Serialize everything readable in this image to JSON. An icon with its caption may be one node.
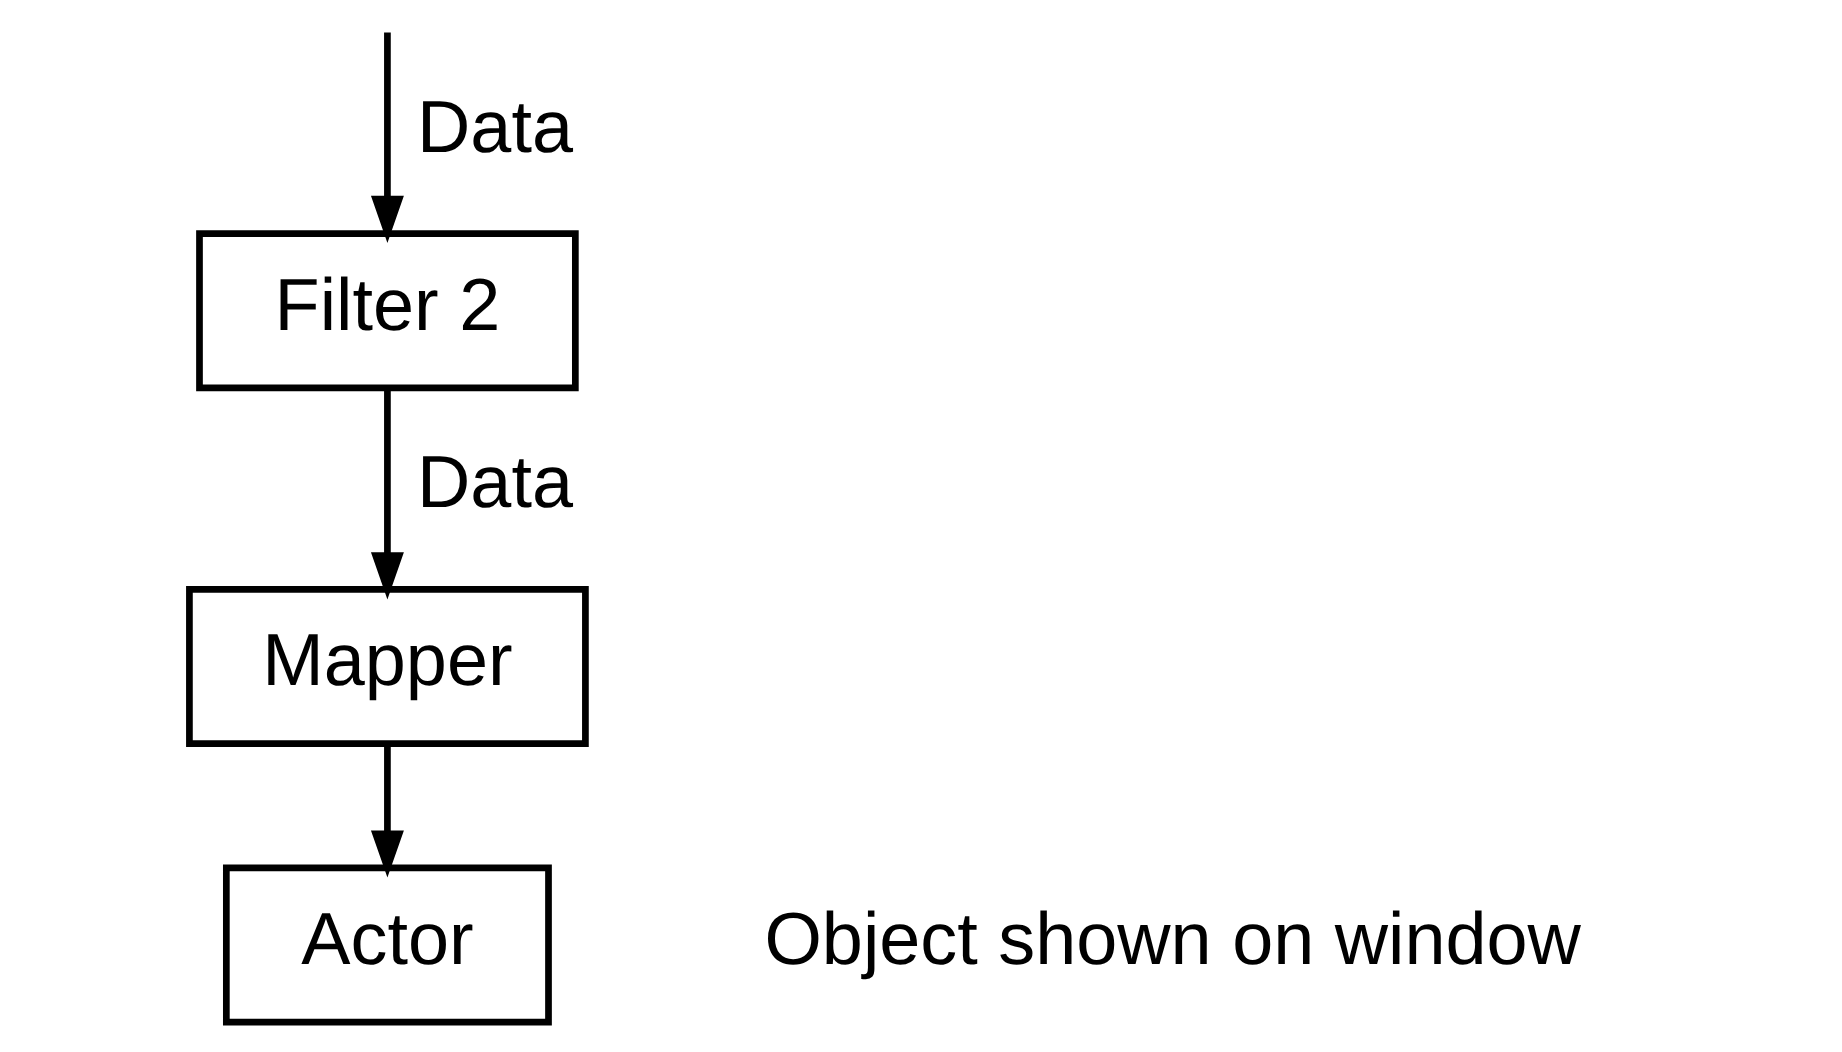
{
  "diagram": {
    "nodes": [
      {
        "text": [
          "Filter 2"
        ]
      },
      {
        "text": [
          "Mapper"
        ]
      },
      {
        "text": [
          "Actor"
        ]
      }
    ],
    "edges": [
      {
        "from": null,
        "to": 0,
        "arrow": "to",
        "label": "Data"
      },
      {
        "from": 0,
        "to": 1,
        "arrow": "to",
        "label": "Data"
      },
      {
        "from": 1,
        "to": 2,
        "arrow": "to"
      }
    ],
    "labels": [
      "Object shown on window"
    ]
  }
}
